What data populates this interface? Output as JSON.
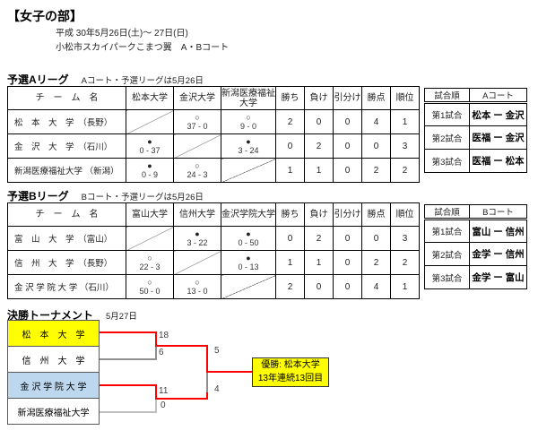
{
  "header": {
    "title": "【女子の部】",
    "date": "平成 30年5月26日(土)～ 27日(日)",
    "venue": "小松市スカイパークこまつ翼　A・Bコート"
  },
  "league_a": {
    "title": "予選Aリーグ",
    "subtitle": "Aコート・予選リーグは5月26日",
    "team_header": "チ　ー　ム　名",
    "opponents": [
      "松本大学",
      "金沢大学",
      "新潟医療福祉大学"
    ],
    "stat_headers": [
      "勝ち",
      "負け",
      "引分け",
      "勝点",
      "順位"
    ],
    "rows": [
      {
        "name": "松　本　大　学　（長野）",
        "v1": {
          "mark": "○",
          "score": "37 - 0"
        },
        "v2": {
          "mark": "○",
          "score": "9 - 0"
        },
        "stats": [
          "2",
          "0",
          "0",
          "4",
          "1"
        ]
      },
      {
        "name": "金　沢　大　学　（石川）",
        "v0": {
          "mark": "●",
          "score": "0 - 37"
        },
        "v2": {
          "mark": "●",
          "score": "3 - 24"
        },
        "stats": [
          "0",
          "2",
          "0",
          "0",
          "3"
        ]
      },
      {
        "name": "新潟医療福祉大学 （新潟）",
        "v0": {
          "mark": "●",
          "score": "0 - 9"
        },
        "v1": {
          "mark": "○",
          "score": "24 - 3"
        },
        "stats": [
          "1",
          "1",
          "0",
          "2",
          "2"
        ]
      }
    ]
  },
  "schedule_a": {
    "col1": "試合順",
    "col2": "Aコート",
    "rows": [
      {
        "order": "第1試合",
        "match": "松本 ー 金沢"
      },
      {
        "order": "第2試合",
        "match": "医福 ー 金沢"
      },
      {
        "order": "第3試合",
        "match": "医福 ー 松本"
      }
    ]
  },
  "league_b": {
    "title": "予選Bリーグ",
    "subtitle": "Bコート・予選リーグは5月26日",
    "team_header": "チ　ー　ム　名",
    "opponents": [
      "富山大学",
      "信州大学",
      "金沢学院大学"
    ],
    "stat_headers": [
      "勝ち",
      "負け",
      "引分け",
      "勝点",
      "順位"
    ],
    "rows": [
      {
        "name": "富　山　大　学　（富山）",
        "v1": {
          "mark": "●",
          "score": "3 - 22"
        },
        "v2": {
          "mark": "●",
          "score": "0 - 50"
        },
        "stats": [
          "0",
          "2",
          "0",
          "0",
          "3"
        ]
      },
      {
        "name": "信　州　大　学　（長野）",
        "v0": {
          "mark": "○",
          "score": "22 - 3"
        },
        "v2": {
          "mark": "●",
          "score": "0 - 13"
        },
        "stats": [
          "1",
          "1",
          "0",
          "2",
          "2"
        ]
      },
      {
        "name": "金 沢 学 院 大 学 （石川）",
        "v0": {
          "mark": "○",
          "score": "50 - 0"
        },
        "v1": {
          "mark": "○",
          "score": "13 - 0"
        },
        "stats": [
          "2",
          "0",
          "0",
          "4",
          "1"
        ]
      }
    ]
  },
  "schedule_b": {
    "col1": "試合順",
    "col2": "Bコート",
    "rows": [
      {
        "order": "第1試合",
        "match": "富山 ー 信州"
      },
      {
        "order": "第2試合",
        "match": "金学 ー 信州"
      },
      {
        "order": "第3試合",
        "match": "金学 ー 富山"
      }
    ]
  },
  "bracket": {
    "title": "決勝トーナメント",
    "date": "5月27日",
    "teams": [
      "松　本　大　学",
      "信　州　大　学",
      "金 沢 学 院 大 学",
      "新潟医療福祉大学"
    ],
    "scores": {
      "sf1_winner": "18",
      "sf1_loser": "6",
      "final_top": "5",
      "sf2_winner": "11",
      "sf2_loser": "0",
      "final_bottom": "4"
    },
    "champion": {
      "line1": "優勝: 松本大学",
      "line2": "13年連続13回目"
    }
  },
  "colors": {
    "winner_path_red": "#FF0000",
    "champion_yellow": "#FFFF00",
    "runnerup_blue": "#BDD7EE"
  }
}
